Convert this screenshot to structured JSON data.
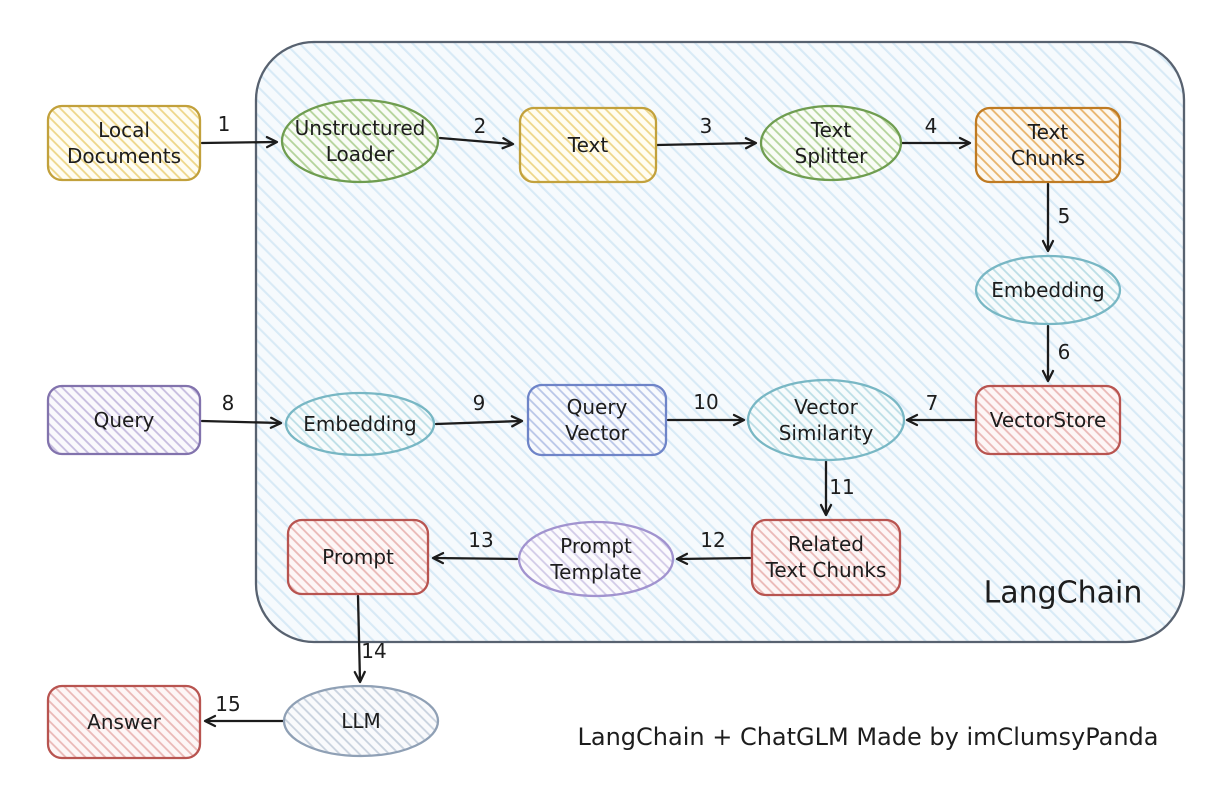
{
  "diagram": {
    "type": "flowchart",
    "container_label": "LangChain",
    "caption": "LangChain + ChatGLM Made by imClumsyPanda"
  },
  "colors": {
    "arrow": "#1c1c1c",
    "yellow": "#c2a13c",
    "green": "#6f9d50",
    "orange": "#bf7b23",
    "cyan": "#78b7c4",
    "red": "#b85450",
    "purple": "#8273ad",
    "blue": "#6e84c8",
    "lavender": "#a193cf",
    "grey": "#8fa0b5",
    "container_stroke": "#586270",
    "container_fill": "#eef6fc"
  },
  "nodes": {
    "local_documents": {
      "label": "Local Documents",
      "line1": "Local",
      "line2": "Documents",
      "shape": "rectangle",
      "color_key": "yellow"
    },
    "unstructured_loader": {
      "label": "Unstructured Loader",
      "line1": "Unstructured",
      "line2": "Loader",
      "shape": "ellipse",
      "color_key": "green"
    },
    "text": {
      "label": "Text",
      "line1": "Text",
      "shape": "rectangle",
      "color_key": "yellow"
    },
    "text_splitter": {
      "label": "Text Splitter",
      "line1": "Text",
      "line2": "Splitter",
      "shape": "ellipse",
      "color_key": "green"
    },
    "text_chunks": {
      "label": "Text Chunks",
      "line1": "Text",
      "line2": "Chunks",
      "shape": "rectangle",
      "color_key": "orange"
    },
    "embedding_docs": {
      "label": "Embedding",
      "line1": "Embedding",
      "shape": "ellipse",
      "color_key": "cyan"
    },
    "vectorstore": {
      "label": "VectorStore",
      "line1": "VectorStore",
      "shape": "rectangle",
      "color_key": "red"
    },
    "query": {
      "label": "Query",
      "line1": "Query",
      "shape": "rectangle",
      "color_key": "purple"
    },
    "embedding_query": {
      "label": "Embedding",
      "line1": "Embedding",
      "shape": "ellipse",
      "color_key": "cyan"
    },
    "query_vector": {
      "label": "Query Vector",
      "line1": "Query",
      "line2": "Vector",
      "shape": "rectangle",
      "color_key": "blue"
    },
    "vector_similarity": {
      "label": "Vector Similarity",
      "line1": "Vector",
      "line2": "Similarity",
      "shape": "ellipse",
      "color_key": "cyan"
    },
    "related_text_chunks": {
      "label": "Related Text Chunks",
      "line1": "Related",
      "line2": "Text Chunks",
      "shape": "rectangle",
      "color_key": "red"
    },
    "prompt_template": {
      "label": "Prompt Template",
      "line1": "Prompt",
      "line2": "Template",
      "shape": "ellipse",
      "color_key": "lavender"
    },
    "prompt": {
      "label": "Prompt",
      "line1": "Prompt",
      "shape": "rectangle",
      "color_key": "red"
    },
    "llm": {
      "label": "LLM",
      "line1": "LLM",
      "shape": "ellipse",
      "color_key": "grey"
    },
    "answer": {
      "label": "Answer",
      "line1": "Answer",
      "shape": "rectangle",
      "color_key": "red"
    }
  },
  "edges": [
    {
      "label": "1",
      "from": "Local Documents",
      "to": "Unstructured Loader"
    },
    {
      "label": "2",
      "from": "Unstructured Loader",
      "to": "Text"
    },
    {
      "label": "3",
      "from": "Text",
      "to": "Text Splitter"
    },
    {
      "label": "4",
      "from": "Text Splitter",
      "to": "Text Chunks"
    },
    {
      "label": "5",
      "from": "Text Chunks",
      "to": "Embedding"
    },
    {
      "label": "6",
      "from": "Embedding",
      "to": "VectorStore"
    },
    {
      "label": "7",
      "from": "VectorStore",
      "to": "Vector Similarity"
    },
    {
      "label": "8",
      "from": "Query",
      "to": "Embedding"
    },
    {
      "label": "9",
      "from": "Embedding",
      "to": "Query Vector"
    },
    {
      "label": "10",
      "from": "Query Vector",
      "to": "Vector Similarity"
    },
    {
      "label": "11",
      "from": "Vector Similarity",
      "to": "Related Text Chunks"
    },
    {
      "label": "12",
      "from": "Related Text Chunks",
      "to": "Prompt Template"
    },
    {
      "label": "13",
      "from": "Prompt Template",
      "to": "Prompt"
    },
    {
      "label": "14",
      "from": "Prompt",
      "to": "LLM"
    },
    {
      "label": "15",
      "from": "LLM",
      "to": "Answer"
    }
  ]
}
